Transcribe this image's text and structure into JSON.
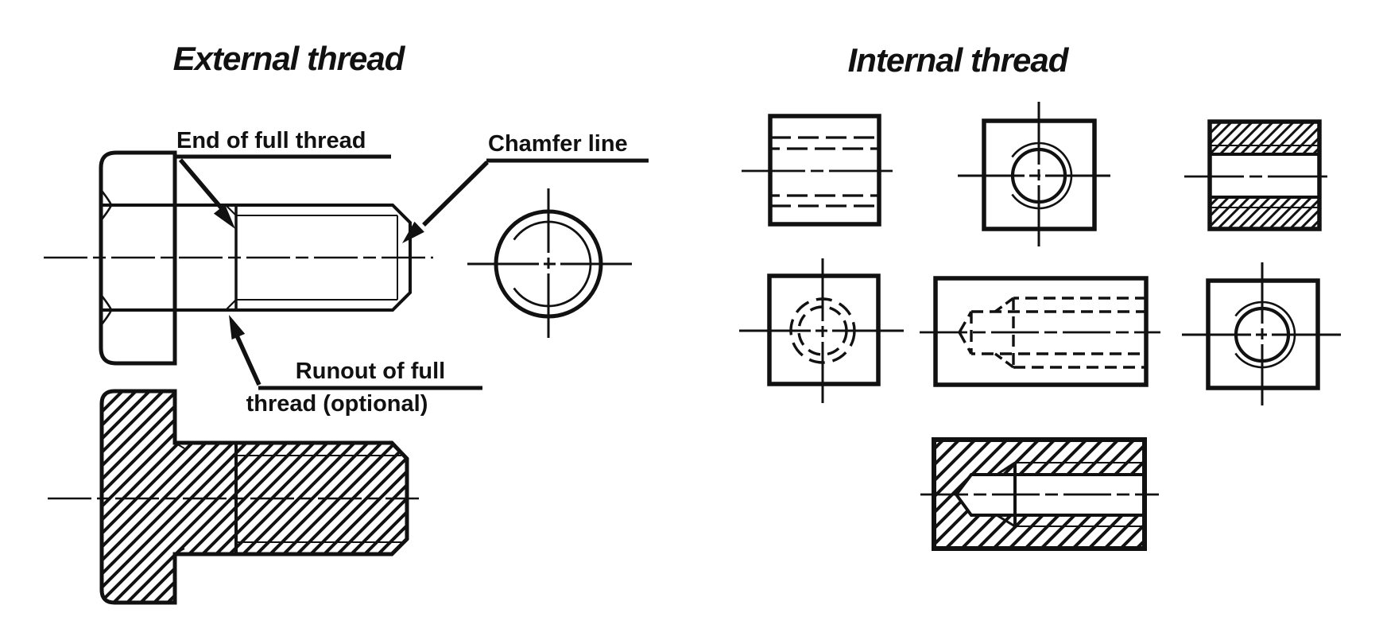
{
  "colors": {
    "ink": "#111111",
    "paper": "#ffffff"
  },
  "external": {
    "title": "External thread",
    "labels": {
      "end_of_full_thread": "End of full thread",
      "chamfer_line": "Chamfer line",
      "runout_line1": "Runout of full",
      "runout_line2": "thread (optional)"
    }
  },
  "internal": {
    "title": "Internal thread"
  }
}
